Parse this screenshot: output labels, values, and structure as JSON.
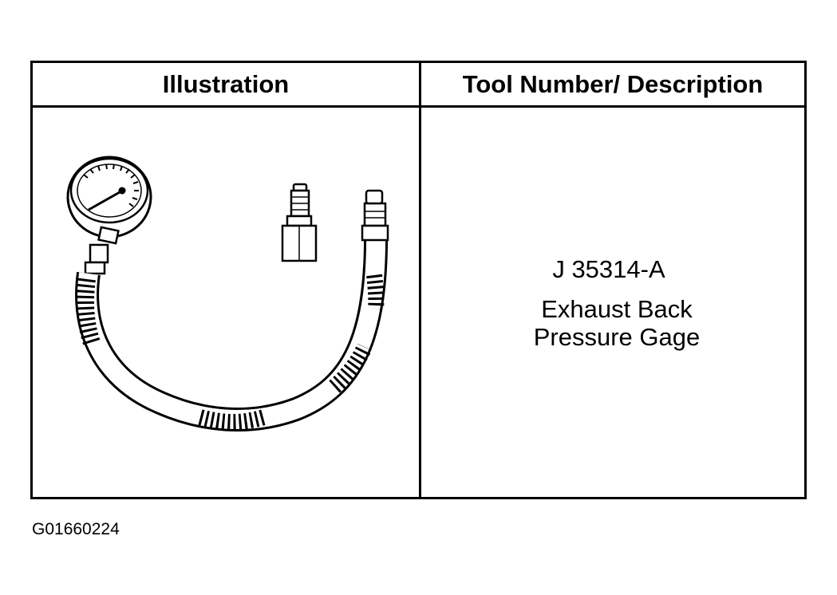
{
  "table": {
    "headers": {
      "illustration": "Illustration",
      "description": "Tool Number/ Description"
    },
    "row": {
      "tool_number": "J 35314-A",
      "description_lines": [
        "Exhaust Back",
        "Pressure Gage"
      ]
    }
  },
  "illustration": {
    "icons": [
      "pressure-gauge-icon",
      "adapter-fitting-icon",
      "hose-icon"
    ]
  },
  "figure_id": "G01660224"
}
